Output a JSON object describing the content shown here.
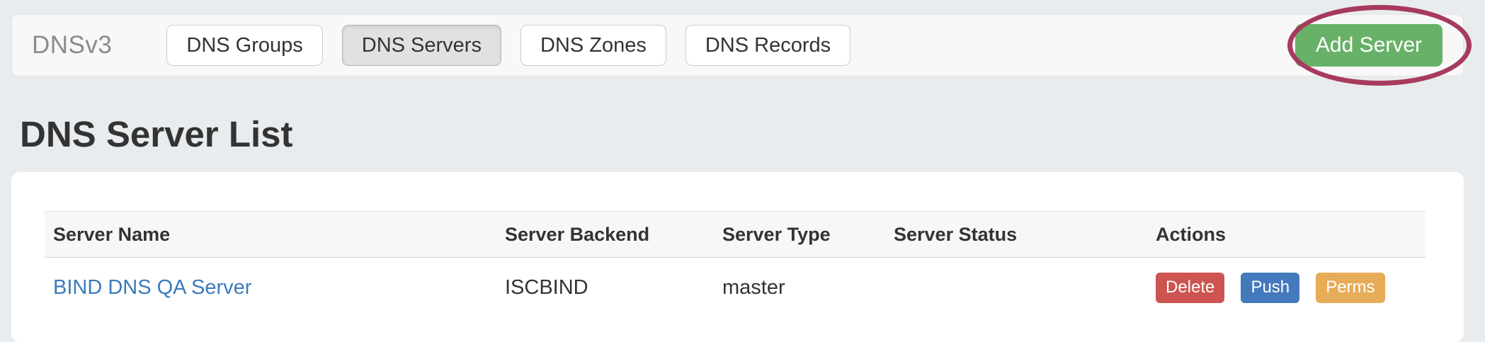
{
  "navbar": {
    "brand": "DNSv3",
    "tabs": [
      {
        "label": "DNS Groups",
        "active": false
      },
      {
        "label": "DNS Servers",
        "active": true
      },
      {
        "label": "DNS Zones",
        "active": false
      },
      {
        "label": "DNS Records",
        "active": false
      }
    ],
    "add_server_label": "Add Server"
  },
  "annotation": {
    "shape": "ellipse",
    "target": "add-server-button"
  },
  "page": {
    "title": "DNS Server List"
  },
  "table": {
    "columns": [
      "Server Name",
      "Server Backend",
      "Server Type",
      "Server Status",
      "Actions"
    ],
    "rows": [
      {
        "server_name": "BIND DNS QA Server",
        "server_backend": "ISCBIND",
        "server_type": "master",
        "server_status": "",
        "actions": [
          "Delete",
          "Push",
          "Perms"
        ]
      }
    ]
  },
  "colors": {
    "page-bg": "#e8ecef",
    "navbar-bg": "#f8f8f8",
    "active-tab-bg": "#e1e1e1",
    "accent-green": "#68b168",
    "annotation": "#a73a5d",
    "thead-bg": "#f7f7f7",
    "link-blue": "#3b7bbd",
    "accent-red": "#cd5450",
    "accent-blue": "#4479bb",
    "accent-orange": "#e7ac58"
  }
}
